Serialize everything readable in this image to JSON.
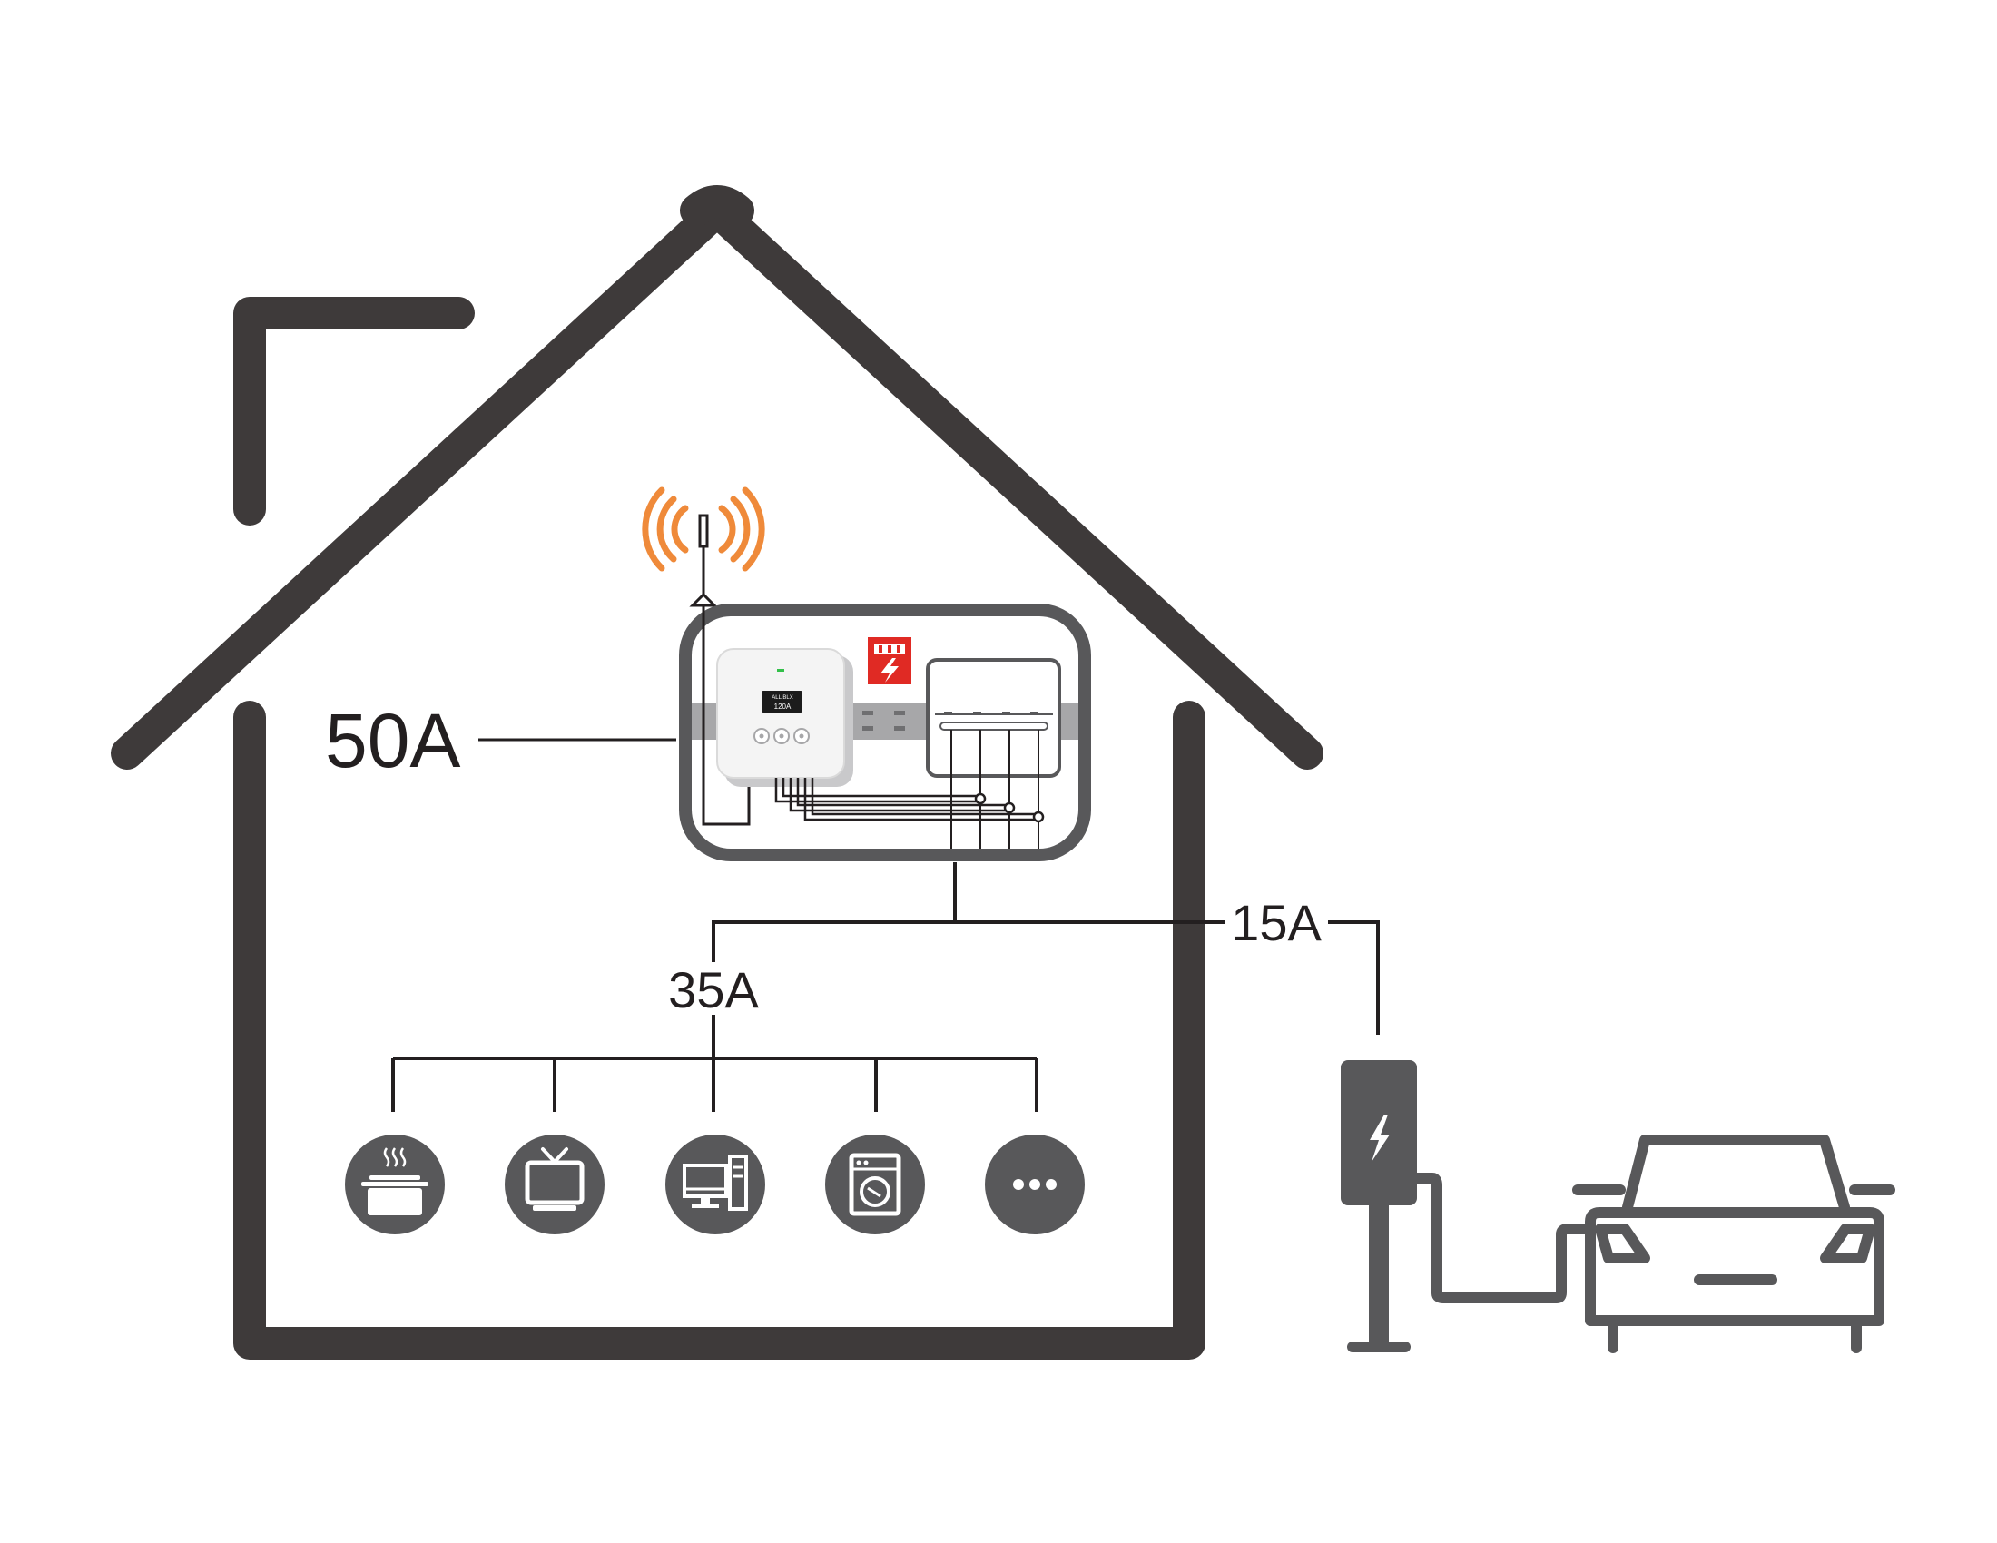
{
  "labels": {
    "main_current": "50A",
    "house_current": "35A",
    "ev_current": "15A"
  },
  "device": {
    "screen_top": "ALL BLX",
    "screen_value": "120A"
  },
  "appliances": [
    {
      "name": "cooking-pot-icon"
    },
    {
      "name": "tv-icon"
    },
    {
      "name": "computer-icon"
    },
    {
      "name": "washing-machine-icon"
    },
    {
      "name": "more-icon"
    }
  ],
  "colors": {
    "outline": "#3e3a3a",
    "wire": "#231f20",
    "antenna_waves": "#ef8a3a",
    "alert_red": "#e02a24",
    "din_rail": "#a7a7a9",
    "ev_gray": "#58585a"
  }
}
